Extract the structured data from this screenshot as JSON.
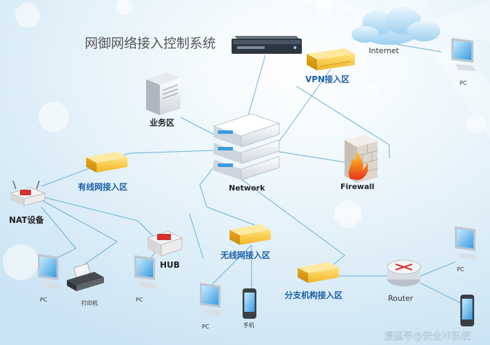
{
  "title": "网御网络接入控制系统",
  "watermark": "搜狐号@安全冲系统",
  "colors": {
    "background_center": "#ffffff",
    "background_edge": "#cfe6f5",
    "zone_box": "#f7c84a",
    "label_blue": "#1d5fa8",
    "wire": "#5aa6cf",
    "firewall": "#e8e4df",
    "flame": "#f26a1b"
  },
  "nodes": {
    "internet": "Internet",
    "vpn_zone": "VPN接入区",
    "business_zone": "业务区",
    "network": "Network",
    "firewall": "Firewall",
    "wired_zone": "有线网接入区",
    "nat_device": "NAT设备",
    "hub": "HUB",
    "wireless_zone": "无线网接入区",
    "branch_zone": "分支机构接入区",
    "router": "Router",
    "pc_internet": "PC",
    "pc_left": "PC",
    "printer": "打印机",
    "pc_hub": "PC",
    "pc_wireless": "PC",
    "phone_wireless": "手机",
    "pc_router": "PC"
  },
  "icons": {
    "cloud": "cloud-icon",
    "control_appliance": "rack-appliance-icon",
    "server_tower": "server-tower-icon",
    "server_stack": "server-stack-icon",
    "firewall": "firewall-icon",
    "router": "router-icon",
    "computer": "computer-icon",
    "phone": "mobile-phone-icon",
    "printer": "printer-icon",
    "switch": "switch-icon"
  }
}
